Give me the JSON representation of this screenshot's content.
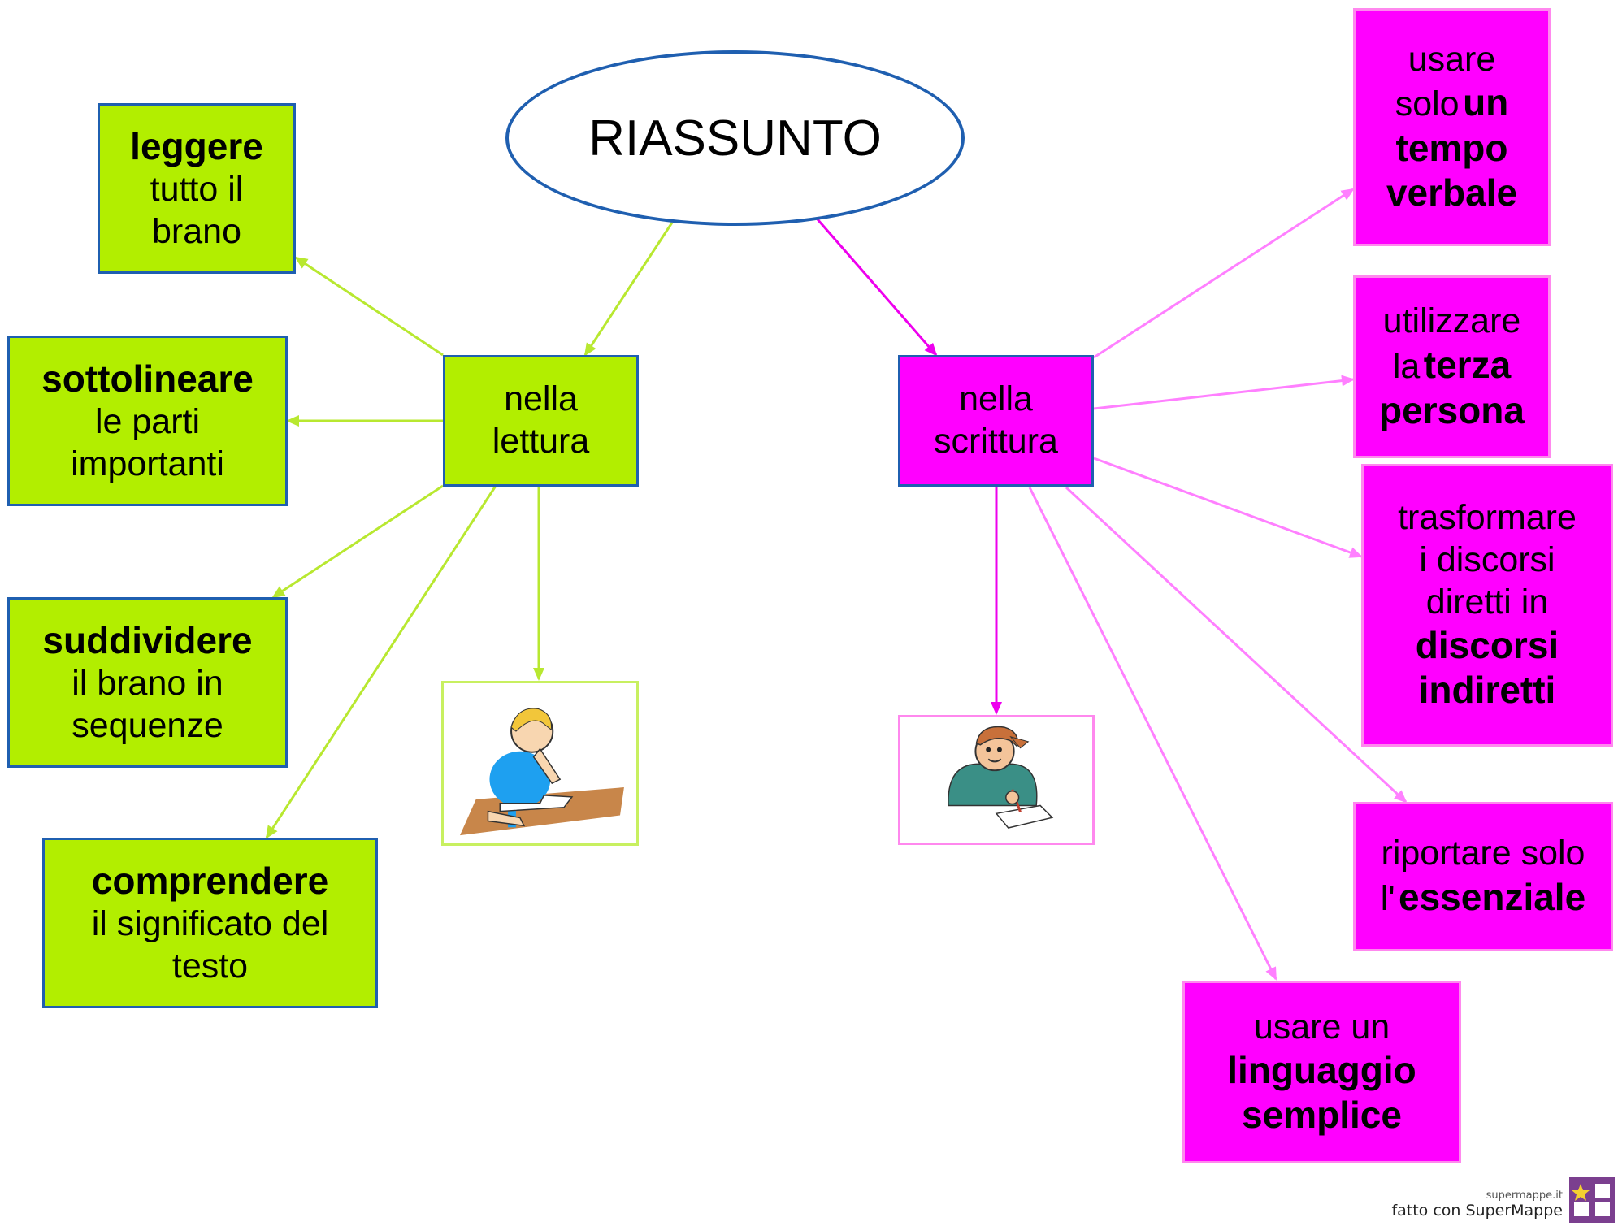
{
  "title": "RIASSUNTO",
  "lettura": {
    "label": [
      "nella",
      "lettura"
    ],
    "children": [
      {
        "bold": "leggere",
        "rest": [
          "tutto il",
          "brano"
        ]
      },
      {
        "bold": "sottolineare",
        "rest": [
          "le parti",
          "importanti"
        ]
      },
      {
        "bold": "suddividere",
        "rest": [
          "il brano in",
          "sequenze"
        ]
      },
      {
        "bold": "comprendere",
        "rest": [
          "il significato del",
          "testo"
        ]
      }
    ],
    "image_icon": "student-reading-icon"
  },
  "scrittura": {
    "label": [
      "nella",
      "scrittura"
    ],
    "children": {
      "tempo": {
        "l1": "usare",
        "l2_norm": "solo",
        "l2_bold": "un",
        "l3": "tempo",
        "l4": "verbale"
      },
      "persona": {
        "l1": "utilizzare",
        "l2_norm": "la",
        "l2_bold": "terza",
        "l3": "persona"
      },
      "discorsi": {
        "l1": "trasformare",
        "l2": "i discorsi",
        "l3": "diretti in",
        "l4": "discorsi",
        "l5": "indiretti"
      },
      "essenziale": {
        "l1": "riportare solo",
        "l2_norm": "l'",
        "l2_bold": "essenziale"
      },
      "linguaggio": {
        "l1": "usare un",
        "l2": "linguaggio",
        "l3": "semplice"
      }
    },
    "image_icon": "student-writing-icon"
  },
  "credit": {
    "site": "supermappe.it",
    "text": "fatto con SuperMappe"
  },
  "colors": {
    "green": "#b2ee00",
    "magenta": "#ff00ff",
    "blue_border": "#1f5fb0",
    "pink_border": "#ff88ee",
    "green_arrow": "#b8e830",
    "pink_arrow": "#ff80ff",
    "magenta_arrow": "#ee00ee"
  }
}
